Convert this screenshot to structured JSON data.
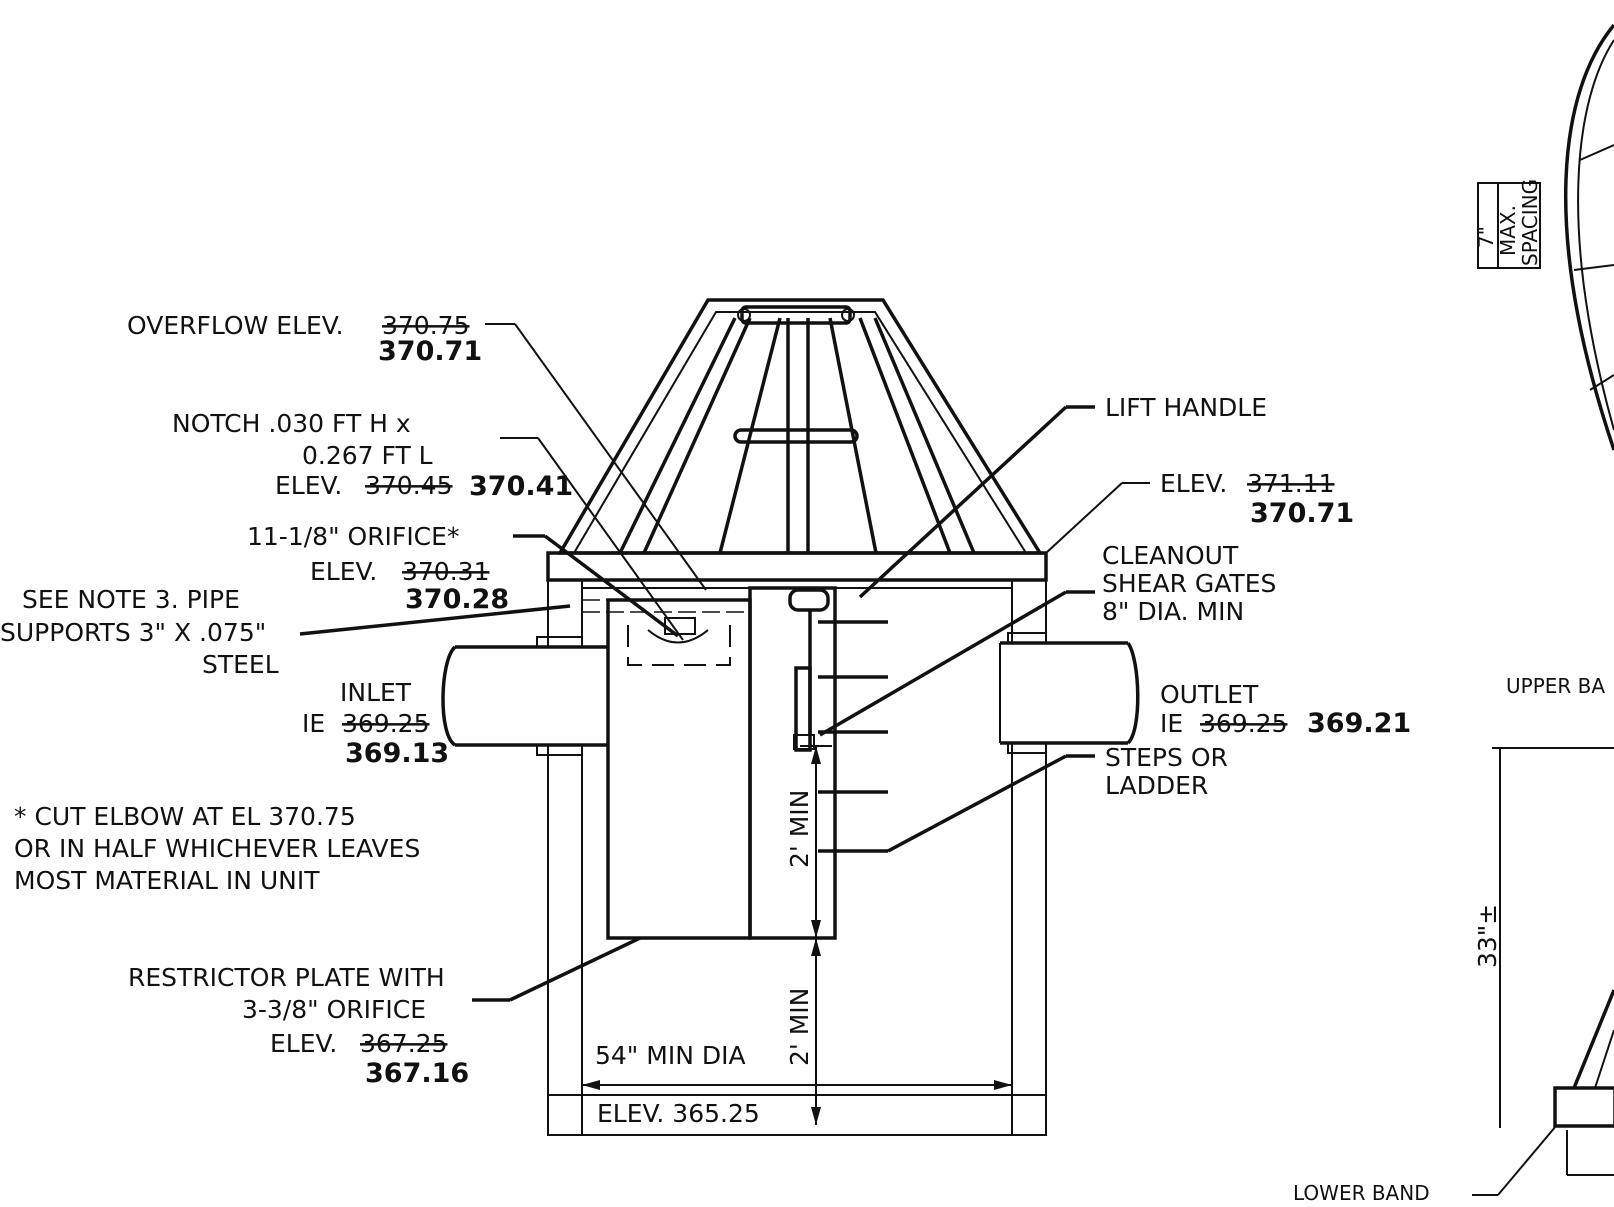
{
  "labels": {
    "overflow_prefix": "OVERFLOW ELEV.",
    "overflow_old": "370.75",
    "overflow_new": "370.71",
    "notch_line1": "NOTCH .030 FT H x",
    "notch_line2": "0.267 FT L",
    "notch_elev_prefix": "ELEV.",
    "notch_old": "370.45",
    "notch_new": "370.41",
    "orifice_line": "11-1/8\" ORIFICE*",
    "orifice_elev_prefix": "ELEV.",
    "orifice_old": "370.31",
    "orifice_new": "370.28",
    "pipe_line1": "SEE NOTE 3. PIPE",
    "pipe_line2": "SUPPORTS 3\" X .075\"",
    "pipe_line3": "STEEL",
    "inlet_label": "INLET",
    "inlet_ie": "IE",
    "inlet_old": "369.25",
    "inlet_new": "369.13",
    "cut_line1": "* CUT ELBOW AT EL 370.75",
    "cut_line2": "OR IN HALF WHICHEVER LEAVES",
    "cut_line3": "MOST MATERIAL IN UNIT",
    "restrictor_line1": "RESTRICTOR PLATE WITH",
    "restrictor_line2": "3-3/8\" ORIFICE",
    "restrictor_elev_prefix": "ELEV.",
    "restrictor_old": "367.25",
    "restrictor_new": "367.16",
    "lift_handle": "LIFT HANDLE",
    "top_elev_prefix": "ELEV.",
    "top_old": "371.11",
    "top_new": "370.71",
    "cleanout_line1": "CLEANOUT",
    "cleanout_line2": "SHEAR GATES",
    "cleanout_line3": "8\" DIA. MIN",
    "outlet_label": "OUTLET",
    "outlet_ie": "IE",
    "outlet_old": "369.25",
    "outlet_new": "369.21",
    "steps_line1": "STEPS OR",
    "steps_line2": "LADDER",
    "min_upper": "2' MIN",
    "min_lower": "2' MIN",
    "min_dia": "54\" MIN DIA",
    "bottom_elev": "ELEV. 365.25",
    "spacing_7": "7\"",
    "spacing_max": "MAX.",
    "spacing_word": "SPACING",
    "upper_band": "UPPER BA",
    "dim_33": "33\"±",
    "lower_band": "LOWER BAND"
  },
  "colors": {
    "ink": "#111111",
    "paper": "#ffffff"
  }
}
